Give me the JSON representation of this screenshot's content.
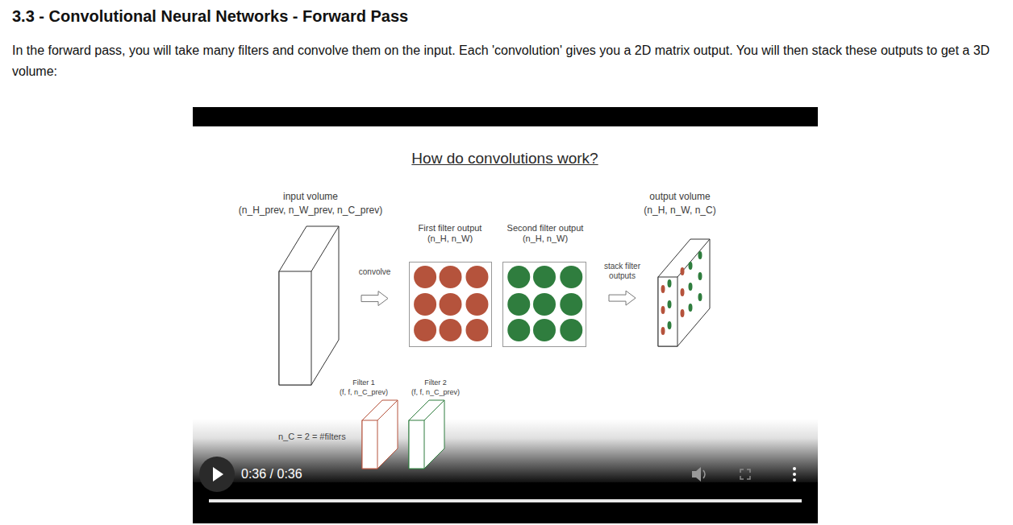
{
  "diagram": {
    "title": "3.3 - Convolutional Neural Networks - Forward Pass",
    "nodes": [
      {
        "text": [
          "input volume",
          "(n_H_prev, n_W_prev, n_C_prev)"
        ]
      },
      {
        "text": [
          "First filter output",
          "(n_H, n_W)"
        ]
      },
      {
        "text": [
          "Second filter output",
          "(n_H, n_W)"
        ]
      },
      {
        "text": [
          "output volume",
          "(n_H, n_W, n_C)"
        ]
      },
      {
        "text": [
          "Filter 1",
          "(f, f, n_C_prev)"
        ]
      },
      {
        "text": [
          "Filter 2",
          "(f, f, n_C_prev)"
        ]
      }
    ],
    "edges": [
      {
        "from": 0,
        "to": 1,
        "label": "convolve",
        "arrow": "to"
      },
      {
        "from": 2,
        "to": 3,
        "label": "stack filter outputs",
        "arrow": "to"
      }
    ],
    "labels": [
      "In the forward pass, you will take many filters and convolve them on the input. Each 'convolution' gives you a 2D matrix output. You will then stack these outputs to get a 3D volume:",
      "How do convolutions work?",
      "n_C = 2 = #filters",
      "0:36 / 0:36"
    ]
  }
}
